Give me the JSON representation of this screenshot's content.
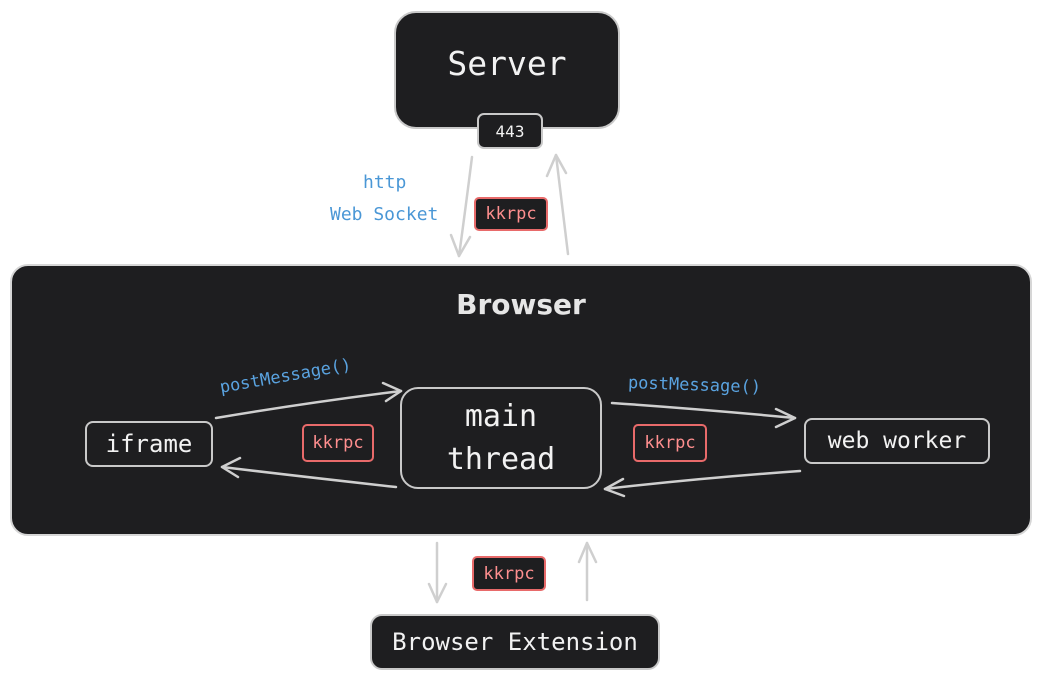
{
  "nodes": {
    "server": "Server",
    "port": "443",
    "browser": "Browser",
    "iframe": "iframe",
    "main_thread": [
      "main",
      "thread"
    ],
    "web_worker": "web worker",
    "browser_extension": "Browser Extension"
  },
  "protocols": {
    "http": "http",
    "websocket": "Web Socket"
  },
  "badges": {
    "server_browser": "kkrpc",
    "iframe_main": "kkrpc",
    "main_worker": "kkrpc",
    "browser_extension": "kkrpc"
  },
  "edges": {
    "iframe_to_main": "postMessage()",
    "main_to_worker": "postMessage()"
  },
  "colors": {
    "node_fill": "#1e1e20",
    "node_stroke": "#c9c9c9",
    "badge_stroke": "#e86a6a",
    "badge_text": "#ff8f8f",
    "protocol_text": "#4a97d6",
    "arrow": "#cfcfcf"
  }
}
